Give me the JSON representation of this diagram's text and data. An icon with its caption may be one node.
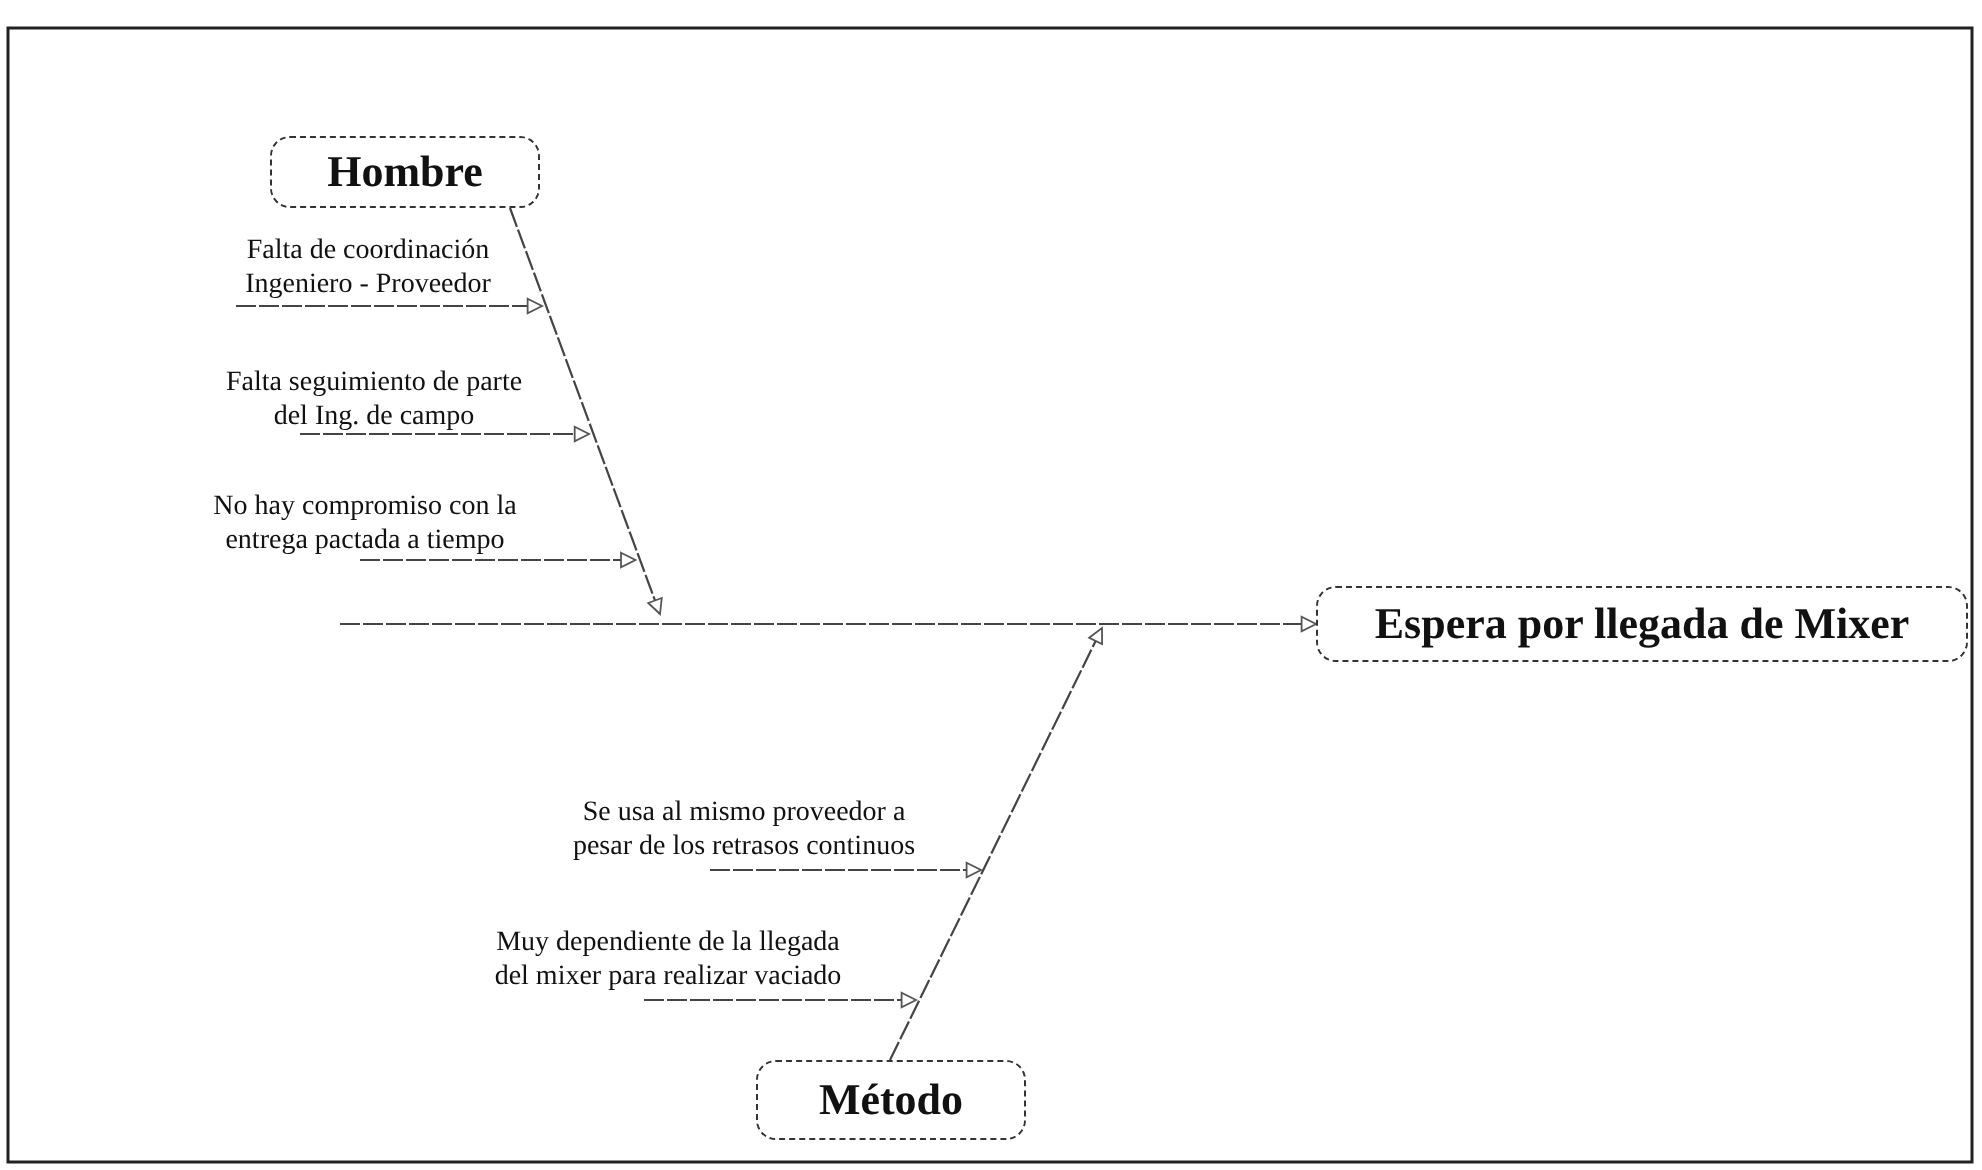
{
  "diagram": {
    "nodes": [
      {
        "text": [
          "Hombre"
        ]
      },
      {
        "text": [
          "Falta de coordinación Ingeniero - Proveedor"
        ]
      },
      {
        "text": [
          "Falta seguimiento de parte del Ing. de campo"
        ]
      },
      {
        "text": [
          "No hay compromiso con la entrega pactada a tiempo"
        ]
      },
      {
        "text": [
          "Espera por llegada de Mixer"
        ]
      },
      {
        "text": [
          "Se usa al mismo proveedor a pesar de los retrasos continuos"
        ]
      },
      {
        "text": [
          "Muy dependiente de la llegada del mixer para realizar vaciado"
        ]
      },
      {
        "text": [
          "Método"
        ]
      }
    ],
    "edges": [
      {
        "from": 0,
        "to": null,
        "arrow": "to"
      },
      {
        "from": 1,
        "to": null,
        "arrow": "to"
      },
      {
        "from": 2,
        "to": null,
        "arrow": "to"
      },
      {
        "from": 3,
        "to": null,
        "arrow": "to"
      },
      {
        "from": null,
        "to": 4,
        "arrow": "to"
      },
      {
        "from": 5,
        "to": null,
        "arrow": "to"
      },
      {
        "from": 6,
        "to": null,
        "arrow": "to"
      },
      {
        "from": 7,
        "to": null,
        "arrow": "to"
      }
    ]
  }
}
